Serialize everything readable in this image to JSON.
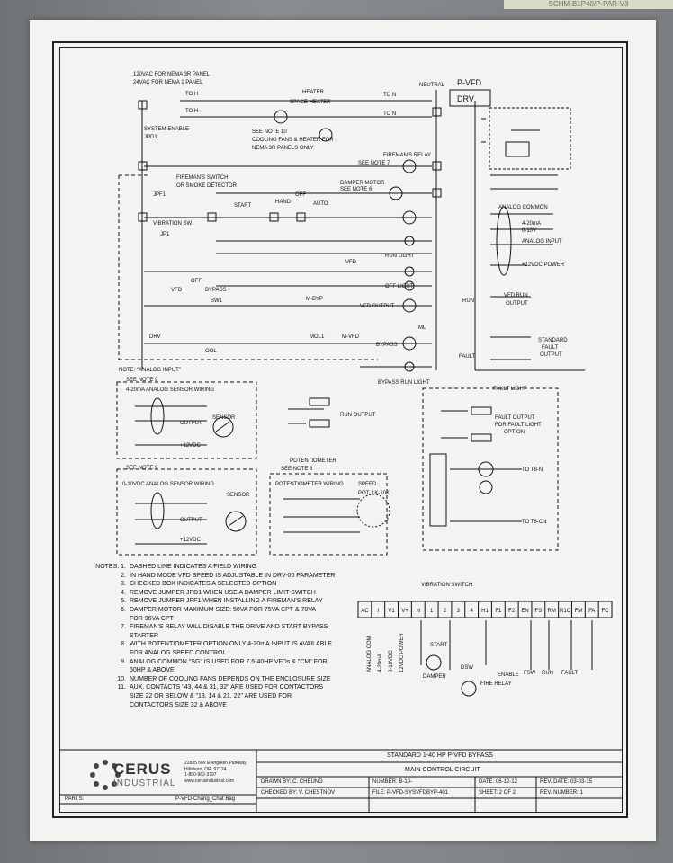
{
  "top_label": "SCHM-B1P40/P-PAR-V3",
  "drive": {
    "title": "P-VFD",
    "subtitle": "DRV"
  },
  "labels": {
    "supply_1": "120VAC FOR NEMA 3R PANEL",
    "supply_2": "24VAC FOR NEMA 1 PANEL",
    "to_h": "TO H",
    "to_n": "TO N",
    "neutral": "NEUTRAL",
    "system_enable": "SYSTEM ENABLE",
    "jpd1": "JPD1",
    "heater": "HEATER",
    "space_heater": "SPACE HEATER",
    "see_note_10": "SEE NOTE 10",
    "cooling_fans_1": "COOLING FANS & HEATER FOR",
    "cooling_fans_2": "NEMA 3R PANELS ONLY",
    "firemans_relay": "FIREMAN'S RELAY",
    "see_note_7": "SEE NOTE 7",
    "firemans_switch_1": "FIREMAN'S SWITCH",
    "firemans_switch_2": "OR SMOKE DETECTOR",
    "jpf1": "JPF1",
    "damper_motor": "DAMPER MOTOR",
    "see_note_6": "SEE NOTE 6",
    "hand": "HAND",
    "off": "OFF",
    "auto": "AUTO",
    "start": "START",
    "vibration_sw": "VIBRATION SW",
    "jp1": "JP1",
    "run_light": "RUN LIGHT",
    "vfd": "VFD",
    "off_light": "OFF LIGHT",
    "bypass": "BYPASS",
    "sw1": "SW1",
    "m_byp": "M-BYP",
    "vfd_output": "VFD OUTPUT",
    "drv": "DRV",
    "ool": "OOL",
    "mol1": "MOL1",
    "m_vfd": "M-VFD",
    "bypass_run_light": "BYPASS RUN LIGHT",
    "ml": "ML",
    "analog_common": "ANALOG COMMON",
    "analog_4_20": "4-20mA",
    "analog_0_10": "0-10V",
    "analog_input": "ANALOG INPUT",
    "v12_power": "+12VDC POWER",
    "vfd_run_output_1": "VFD RUN",
    "vfd_run_output_2": "OUTPUT",
    "standard_fault_1": "STANDARD",
    "standard_fault_2": "FAULT",
    "standard_fault_3": "OUTPUT",
    "fault": "FAULT",
    "run": "RUN",
    "note_analog_input": "NOTE: \"ANALOG INPUT\"",
    "sensor_4_20": "4-20mA ANALOG SENSOR WIRING",
    "sensor_0_10": "0-10VDC ANALOG SENSOR WIRING",
    "sensor": "SENSOR",
    "output": "OUTPUT",
    "v12vdc": "+12VDC",
    "see_note_9": "SEE NOTE 9",
    "see_note_8": "SEE NOTE 8",
    "potentiometer": "POTENTIOMETER",
    "potentiometer_wiring": "POTENTIOMETER WIRING",
    "speed_pot_1": "SPEED",
    "speed_pot_2": "POT. 1K-10K",
    "run_output": "RUN OUTPUT",
    "fault_light": "FAULT LIGHT",
    "fault_output_1": "FAULT OUTPUT",
    "fault_output_2": "FOR FAULT LIGHT",
    "fault_output_3": "OPTION",
    "to_t8_n": "TO T8-N",
    "to_t8_cn": "TO T8-CN",
    "vibration_switch": "VIBRATION SWITCH",
    "tb_analog_com": "ANALOG COM",
    "tb_4_20ma": "4-20mA",
    "tb_0_10vdc": "0-10VDC",
    "tb_12vdc": "12VDC POWER",
    "tb_start": "START",
    "tb_damper": "DAMPER",
    "tb_dsw": "DSW",
    "tb_enable": "ENABLE",
    "tb_fire_relay": "FIRE RELAY",
    "tb_fsw": "FSW",
    "tb_run": "RUN",
    "tb_fault": "FAULT"
  },
  "terminal_strip": [
    "AC",
    "I",
    "V1",
    "V+",
    "N",
    "1",
    "2",
    "3",
    "4",
    "H1",
    "F1",
    "F2",
    "EN",
    "FS",
    "RM",
    "R1C",
    "FM",
    "FA",
    "FC"
  ],
  "notes": {
    "heading": "NOTES:",
    "items": [
      {
        "n": "1.",
        "text": "DASHED LINE INDICATES A FIELD WIRING"
      },
      {
        "n": "2.",
        "text": "IN HAND MODE VFD SPEED IS ADJUSTABLE IN DRV-00 PARAMETER"
      },
      {
        "n": "3.",
        "text": "CHECKED BOX INDICATES A SELECTED OPTION"
      },
      {
        "n": "4.",
        "text": "REMOVE JUMPER JPD1 WHEN USE A DAMPER LIMIT SWITCH"
      },
      {
        "n": "5.",
        "text": "REMOVE JUMPER JPF1 WHEN INSTALLING A FIREMAN'S RELAY"
      },
      {
        "n": "6.",
        "text": "DAMPER MOTOR MAXIMUM SIZE: 50VA FOR 75VA CPT & 70VA",
        "cont": "FOR 96VA CPT"
      },
      {
        "n": "7.",
        "text": "FIREMAN'S RELAY WILL DISABLE THE DRIVE AND START BYPASS",
        "cont": "STARTER"
      },
      {
        "n": "8.",
        "text": "WITH POTENTIOMETER OPTION ONLY 4-20mA INPUT IS AVAILABLE",
        "cont": "FOR ANALOG SPEED CONTROL"
      },
      {
        "n": "9.",
        "text": "ANALOG COMMON \"SG\" IS USED FOR 7.5-40HP VFDs & \"CM\" FOR",
        "cont": "50HP & ABOVE"
      },
      {
        "n": "10.",
        "text": "NUMBER OF COOLING FANS DEPENDS ON THE ENCLOSURE SIZE"
      },
      {
        "n": "11.",
        "text": "AUX. CONTACTS \"43, 44 & 31, 32\" ARE USED FOR CONTACTORS",
        "cont": "SIZE 22 OR BELOW & \"13, 14 & 21, 22\" ARE USED FOR",
        "cont2": "CONTACTORS SIZE 32 & ABOVE"
      }
    ]
  },
  "title_block": {
    "company_1": "CERUS",
    "company_2": "INDUSTRIAL",
    "address_1": "22885 NW Evergreen Parkway",
    "address_2": "Hillsboro, OR. 97124",
    "address_3": "1-800-962-3797",
    "address_4": "www.cerusindustrial.com",
    "title_1": "STANDARD 1-40 HP P-VFD BYPASS",
    "title_2": "MAIN CONTROL CIRCUIT",
    "drawn_by": "DRAWN BY: C. CHEUNG",
    "checked_by": "CHECKED BY: V. CHESTNOV",
    "number": "NUMBER: B-10-",
    "file": "FILE: P-VFD-SYSVFDBYP-401",
    "date": "DATE: 06-12-12",
    "sheet": "SHEET: 2 OF 2",
    "rev_date": "REV. DATE: 03-03-15",
    "rev_number": "REV. NUMBER: 1",
    "parts_label": "PARTS:",
    "parts_value": "P-VFD-Chang_Chat Bag"
  },
  "colors": {
    "paper": "#f3f3f1",
    "ink": "#111111",
    "background": "#7d8083",
    "label_strip": "#d9dcc4"
  }
}
